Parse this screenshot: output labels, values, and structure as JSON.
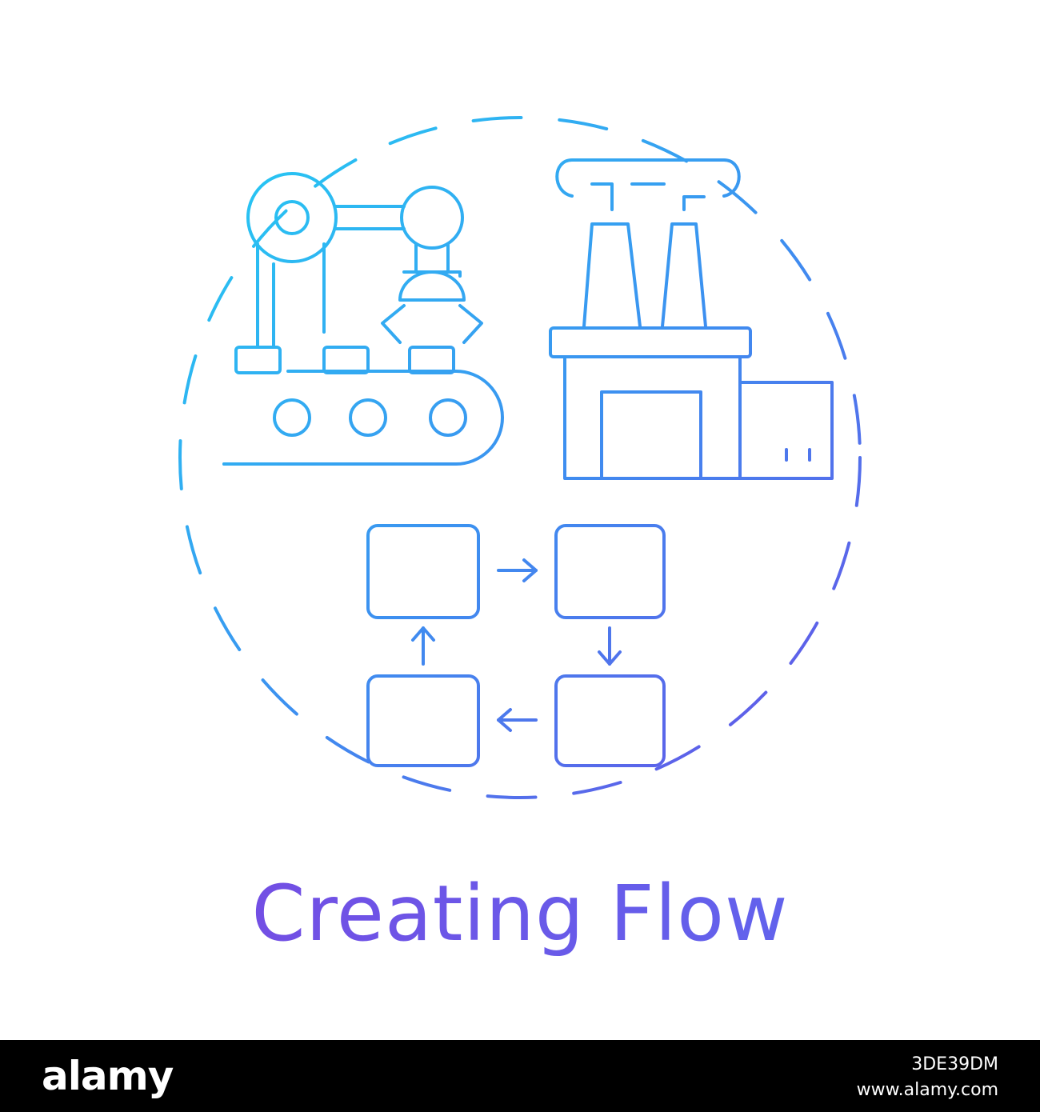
{
  "caption": "Creating Flow",
  "footer": {
    "brand": "alamy",
    "image_id": "3DE39DM",
    "url": "www.alamy.com"
  },
  "colors": {
    "gradient_start": "#28c6f2",
    "gradient_mid": "#3f8ef0",
    "gradient_end": "#6a4fe6",
    "footer_background": "#000000",
    "page_background": "#ffffff"
  },
  "icons": [
    "robotic-arm-conveyor-icon",
    "factory-icon",
    "process-flow-icon",
    "dashed-circle-frame"
  ]
}
